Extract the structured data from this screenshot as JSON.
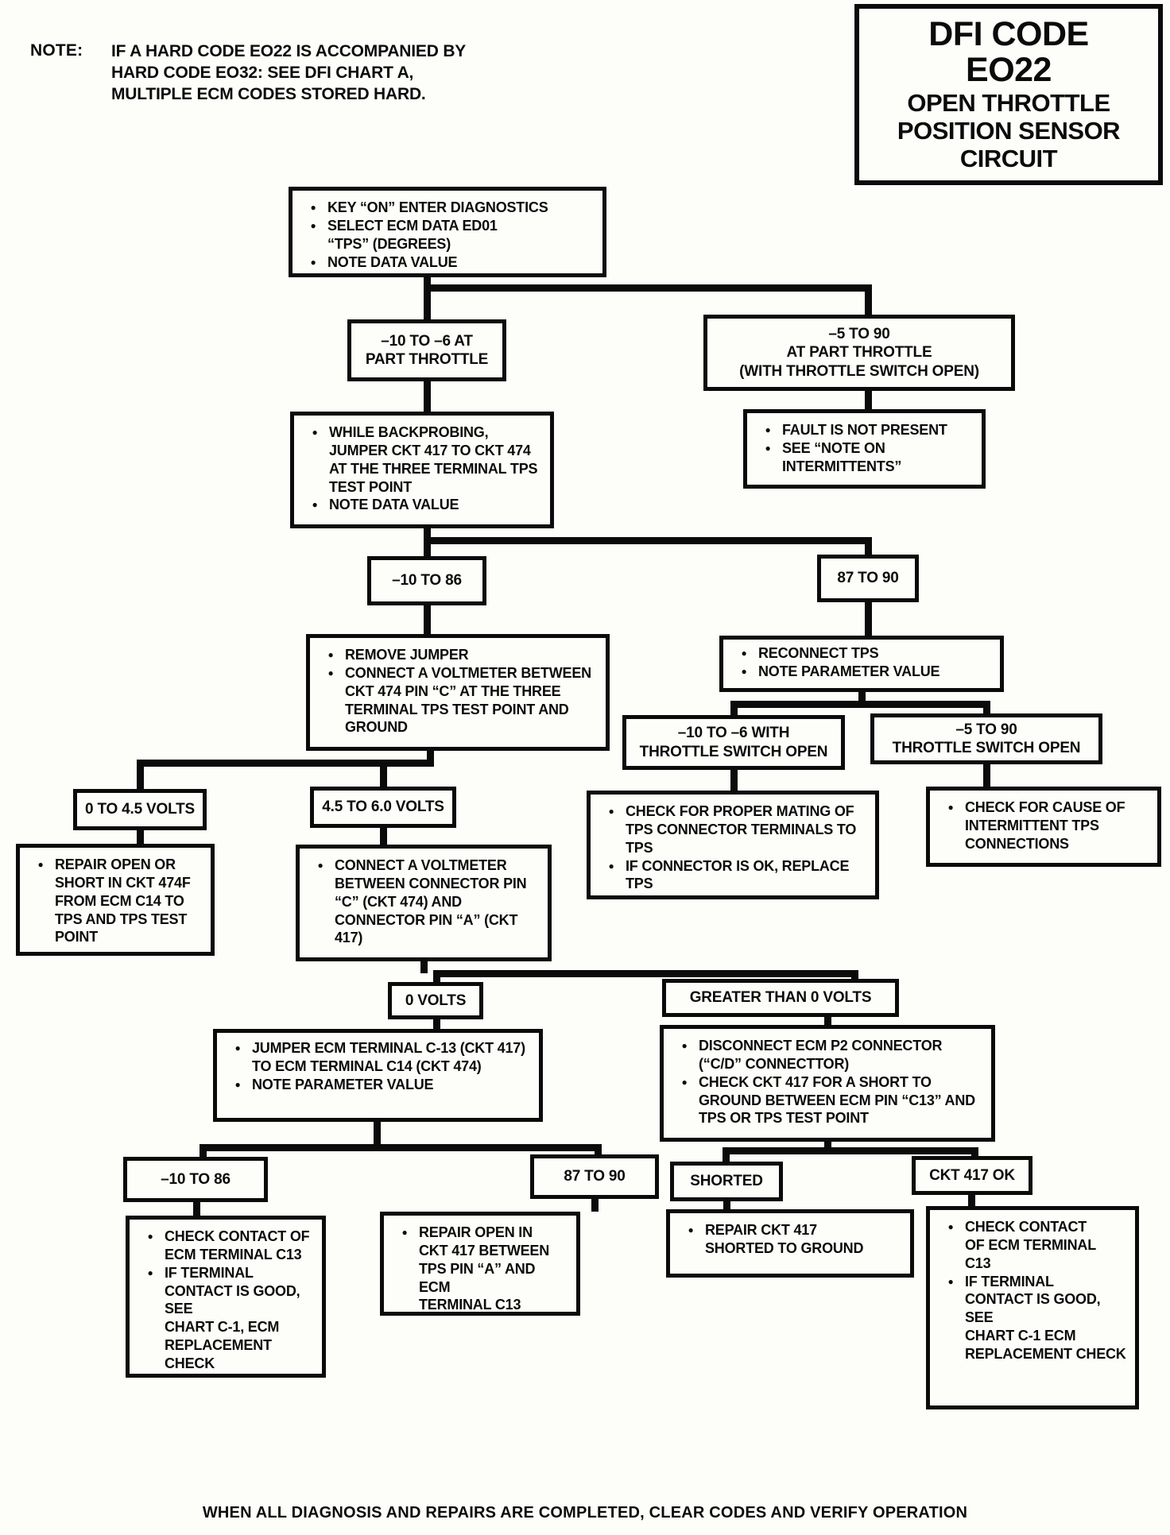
{
  "icons": {
    "bullet": "●"
  },
  "page": {
    "note_label": "NOTE:",
    "note_text": "IF A HARD CODE EO22 IS ACCOMPANIED BY\nHARD CODE EO32: SEE DFI CHART A,\nMULTIPLE ECM CODES STORED HARD.",
    "footer": "WHEN ALL  DIAGNOSIS AND REPAIRS ARE COMPLETED, CLEAR CODES AND VERIFY OPERATION"
  },
  "title": {
    "lines": [
      "DFI CODE",
      "EO22",
      "OPEN THROTTLE",
      "POSITION SENSOR",
      "CIRCUIT"
    ]
  },
  "nodes": {
    "start": {
      "bullets": [
        "KEY “ON” ENTER DIAGNOSTICS",
        "SELECT ECM DATA ED01\n“TPS” (DEGREES)",
        "NOTE DATA VALUE"
      ]
    },
    "part_throttle_low": {
      "label": "–10 TO –6 AT\nPART THROTTLE"
    },
    "part_throttle_ok": {
      "label": "–5 TO 90\nAT PART THROTTLE\n(WITH THROTTLE SWITCH OPEN)"
    },
    "backprobe": {
      "bullets": [
        "WHILE BACKPROBING, JUMPER CKT 417 TO CKT 474 AT THE THREE TERMINAL TPS TEST POINT",
        "NOTE DATA VALUE"
      ]
    },
    "fault_not_present": {
      "bullets": [
        "FAULT IS NOT PRESENT",
        "SEE “NOTE ON INTERMITTENTS”"
      ]
    },
    "range_neg10_86": {
      "label": "–10 TO 86"
    },
    "range_87_90": {
      "label": "87 TO 90"
    },
    "remove_jumper": {
      "bullets": [
        "REMOVE JUMPER",
        "CONNECT A VOLTMETER BETWEEN CKT 474 PIN “C” AT THE THREE TERMINAL TPS TEST POINT AND GROUND"
      ]
    },
    "reconnect_tps": {
      "bullets": [
        "RECONNECT TPS",
        "NOTE PARAMETER VALUE"
      ]
    },
    "tsw_open_low": {
      "label": "–10 TO –6 WITH\nTHROTTLE SWITCH OPEN"
    },
    "tsw_open_ok": {
      "label": "–5 TO 90\nTHROTTLE SWITCH OPEN"
    },
    "check_mating": {
      "bullets": [
        "CHECK FOR PROPER MATING OF TPS CONNECTOR TERMINALS TO TPS",
        "IF CONNECTOR IS OK, REPLACE TPS"
      ]
    },
    "check_intermittent": {
      "bullets": [
        "CHECK FOR CAUSE OF INTERMITTENT TPS CONNECTIONS"
      ]
    },
    "volts_0_45": {
      "label": "0 TO 4.5 VOLTS"
    },
    "volts_45_60": {
      "label": "4.5 TO 6.0 VOLTS"
    },
    "repair_474f": {
      "bullets": [
        "REPAIR OPEN OR SHORT IN CKT 474F FROM ECM C14 TO TPS AND TPS TEST POINT"
      ]
    },
    "voltmeter_connector": {
      "bullets": [
        "CONNECT A VOLTMETER BETWEEN CONNECTOR PIN “C” (CKT 474) AND CONNECTOR PIN “A” (CKT 417)"
      ]
    },
    "volts_0": {
      "label": "0  VOLTS"
    },
    "volts_gt0": {
      "label": "GREATER THAN 0 VOLTS"
    },
    "jumper_c13_c14": {
      "bullets": [
        "JUMPER ECM TERMINAL C-13 (CKT 417) TO ECM TERMINAL C14 (CKT 474)",
        "NOTE PARAMETER VALUE"
      ]
    },
    "disconnect_p2": {
      "bullets": [
        "DISCONNECT ECM P2 CONNECTOR (“C/D” CONNECTTOR)",
        "CHECK CKT 417 FOR A SHORT TO GROUND BETWEEN ECM PIN “C13” AND TPS OR TPS TEST POINT"
      ]
    },
    "range2_neg10_86": {
      "label": "–10 TO 86"
    },
    "range2_87_90": {
      "label": "87 TO 90"
    },
    "shorted": {
      "label": "SHORTED"
    },
    "ckt417_ok": {
      "label": "CKT 417 OK"
    },
    "check_contact_left": {
      "bullets": [
        "CHECK CONTACT OF ECM TERMINAL C13",
        "IF TERMINAL\nCONTACT IS GOOD,\nSEE\nCHART C-1, ECM\nREPLACEMENT CHECK"
      ]
    },
    "repair_open_417": {
      "bullets": [
        "REPAIR OPEN IN\nCKT 417 BETWEEN\nTPS PIN “A” AND ECM\nTERMINAL C13"
      ]
    },
    "repair_417_short": {
      "bullets": [
        "REPAIR CKT 417\nSHORTED TO GROUND"
      ]
    },
    "check_contact_right": {
      "bullets": [
        "CHECK CONTACT\nOF ECM TERMINAL\nC13",
        "IF TERMINAL\nCONTACT IS GOOD,\nSEE\nCHART C-1 ECM\nREPLACEMENT CHECK"
      ]
    }
  }
}
